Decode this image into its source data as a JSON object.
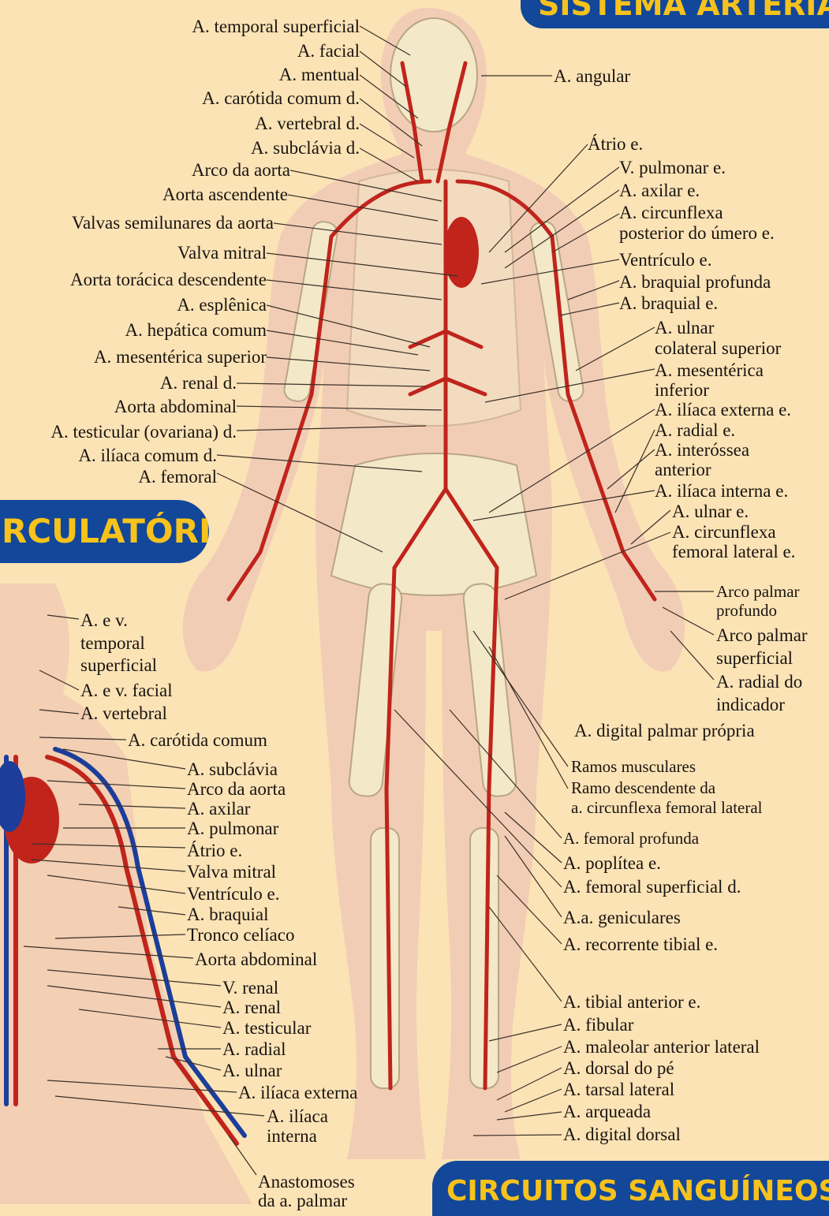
{
  "banners": {
    "top": "SISTEMA ARTERIAL",
    "middle": "RCULATÓRIO",
    "bottom": "CIRCUITOS SANGUÍNEOS"
  },
  "left_labels": [
    "A. temporal superficial",
    "A. facial",
    "A. mentual",
    "A. carótida comum d.",
    "A. vertebral d.",
    "A. subclávia d.",
    "Arco da aorta",
    "Aorta ascendente",
    "Valvas semilunares da aorta",
    "Valva mitral",
    "Aorta torácica descendente",
    "A. esplênica",
    "A. hepática comum",
    "A. mesentérica superior",
    "A. renal d.",
    "Aorta abdominal",
    "A. testicular (ovariana) d.",
    "A. ilíaca comum d.",
    "A. femoral"
  ],
  "right_labels": [
    "A. angular",
    "Átrio e.",
    "V. pulmonar e.",
    "A. axilar e.",
    "A. circunflexa",
    "posterior do úmero e.",
    "Ventrículo e.",
    "A. braquial profunda",
    "A. braquial e.",
    "A. ulnar",
    "colateral superior",
    "A. mesentérica",
    "inferior",
    "A. ilíaca externa e.",
    "A. radial e.",
    "A. interóssea",
    "anterior",
    "A. ilíaca interna e.",
    "A. ulnar e.",
    "A. circunflexa",
    "femoral lateral e.",
    "Arco palmar",
    "profundo",
    "Arco palmar",
    "superficial",
    "A. radial do",
    "indicador",
    "A. digital palmar própria",
    "Ramos musculares",
    "Ramo descendente da",
    "a. circunflexa femoral lateral",
    "A. femoral profunda",
    "A. poplítea e.",
    "A. femoral superficial d.",
    "A.a. geniculares",
    "A. recorrente tibial e.",
    "A. tibial anterior e.",
    "A. fibular",
    "A. maleolar anterior lateral",
    "A. dorsal do pé",
    "A. tarsal lateral",
    "A. arqueada",
    "A. digital dorsal"
  ],
  "inset_labels": [
    "A. e v.",
    "temporal",
    "superficial",
    "A. e v. facial",
    "A. vertebral",
    "A. carótida comum",
    "A. subclávia",
    "Arco da aorta",
    "A. axilar",
    "A. pulmonar",
    "Átrio e.",
    "Valva mitral",
    "Ventrículo e.",
    "A. braquial",
    "Tronco celíaco",
    "Aorta abdominal",
    "V. renal",
    "A. renal",
    "A. testicular",
    "A. radial",
    "A. ulnar",
    "A. ilíaca externa",
    "A. ilíaca",
    "interna",
    "Anastomoses",
    "da a. palmar"
  ]
}
